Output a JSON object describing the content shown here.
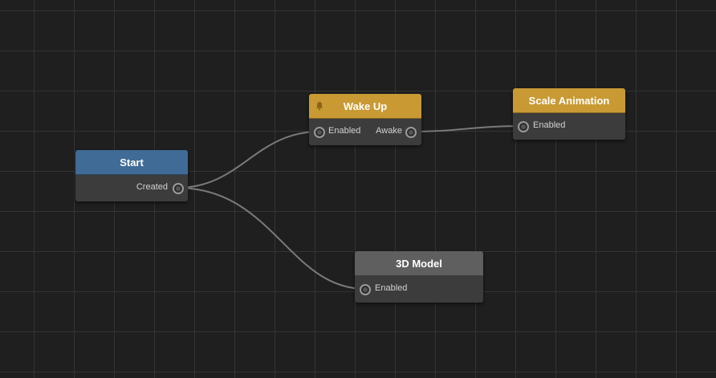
{
  "colors": {
    "background": "#1f1f1f",
    "grid": "#343434",
    "wire": "#7a7a7a",
    "start_header": "#3f6b96",
    "event_header": "#c99a34",
    "object_header": "#5f5f5f",
    "node_body": "#3c3c3c"
  },
  "nodes": {
    "start": {
      "title": "Start",
      "output_label": "Created"
    },
    "wake_up": {
      "title": "Wake Up",
      "icon": "bell-icon",
      "input_label": "Enabled",
      "output_label": "Awake"
    },
    "scale_animation": {
      "title": "Scale Animation",
      "input_label": "Enabled"
    },
    "model_3d": {
      "title": "3D Model",
      "input_label": "Enabled"
    }
  },
  "connections": [
    {
      "from": "start.Created",
      "to": "wake_up.Enabled"
    },
    {
      "from": "start.Created",
      "to": "model_3d.Enabled"
    },
    {
      "from": "wake_up.Awake",
      "to": "scale_animation.Enabled"
    }
  ]
}
